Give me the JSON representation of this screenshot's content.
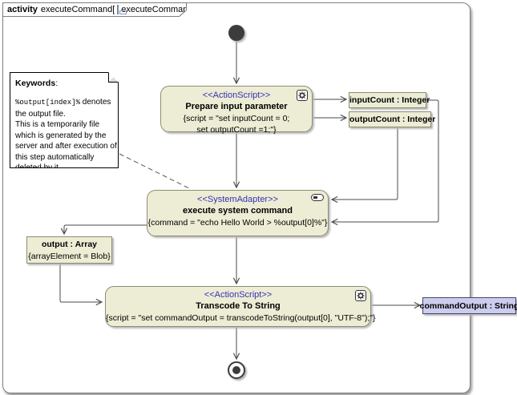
{
  "frame": {
    "tab": {
      "keyword": "activity",
      "name": "executeCommand[",
      "ref": "executeCommand",
      "close": "]"
    }
  },
  "nodes": {
    "prepare": {
      "stereotype": "<<ActionScript>>",
      "name": "Prepare input parameter",
      "props": "{script = \"set inputCount = 0;\nset outputCount =1;\"}"
    },
    "execute": {
      "stereotype": "<<SystemAdapter>>",
      "name": "execute system command",
      "props": "{command = \"echo Hello World > %output[0]%\"}"
    },
    "transcode": {
      "stereotype": "<<ActionScript>>",
      "name": "Transcode To String",
      "props": "{script = \"set commandOutput = transcodeToString(output[0], \"UTF-8\");\"}"
    },
    "input_count": {
      "label": "inputCount : Integer"
    },
    "output_count": {
      "label": "outputCount : Integer"
    },
    "output_array": {
      "label": "output : Array",
      "props": "{arrayElement = Blob}"
    },
    "command_output": {
      "label": "commandOutput : String"
    }
  },
  "note": {
    "title": "Keywords",
    "title_suffix": ":",
    "code": "%output[index]%",
    "body": " denotes\nthe output file.\nThis is a temporarily file\nwhich is generated by the\nserver and after execution of\nthis step automatically\ndeleted by it."
  },
  "icons": {
    "tab_icon": "activity-diagram-icon",
    "script_icon": "gear-icon",
    "adapter_icon": "connector-pill-icon"
  },
  "colors": {
    "node_fill": "#edecd4",
    "node_border": "#8e8e76",
    "stereotype_text": "#3333b4",
    "pin_fill": "#ccccee",
    "pin_border": "#46466e",
    "flow": "#4a4a4a"
  }
}
